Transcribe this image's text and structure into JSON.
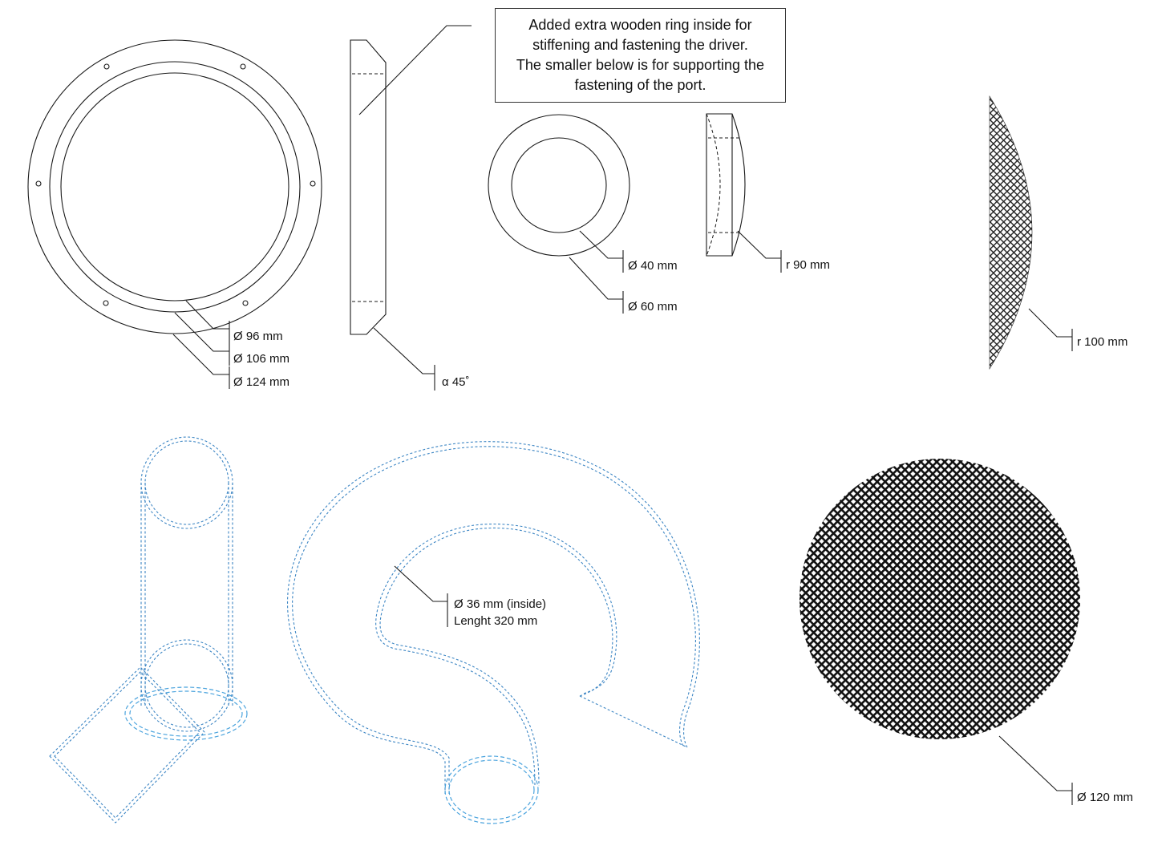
{
  "note": {
    "lines": [
      "Added extra wooden ring inside for",
      "stiffening and fastening the driver.",
      "The smaller below is for supporting the",
      "fastening of the port."
    ]
  },
  "labels": {
    "d96": "Ø 96 mm",
    "d106": "Ø 106 mm",
    "d124": "Ø 124 mm",
    "angle": "α 45˚",
    "d40": "Ø 40 mm",
    "d60": "Ø 60 mm",
    "r90": "r 90 mm",
    "r100": "r 100 mm",
    "port_diameter": "Ø 36 mm (inside)",
    "port_length": "Lenght 320 mm",
    "d120": "Ø 120 mm"
  },
  "colors": {
    "line": "#1a1a1a",
    "port_line": "#3d86c4",
    "port_line_light": "#4aa3dd",
    "mesh": "#111111"
  }
}
